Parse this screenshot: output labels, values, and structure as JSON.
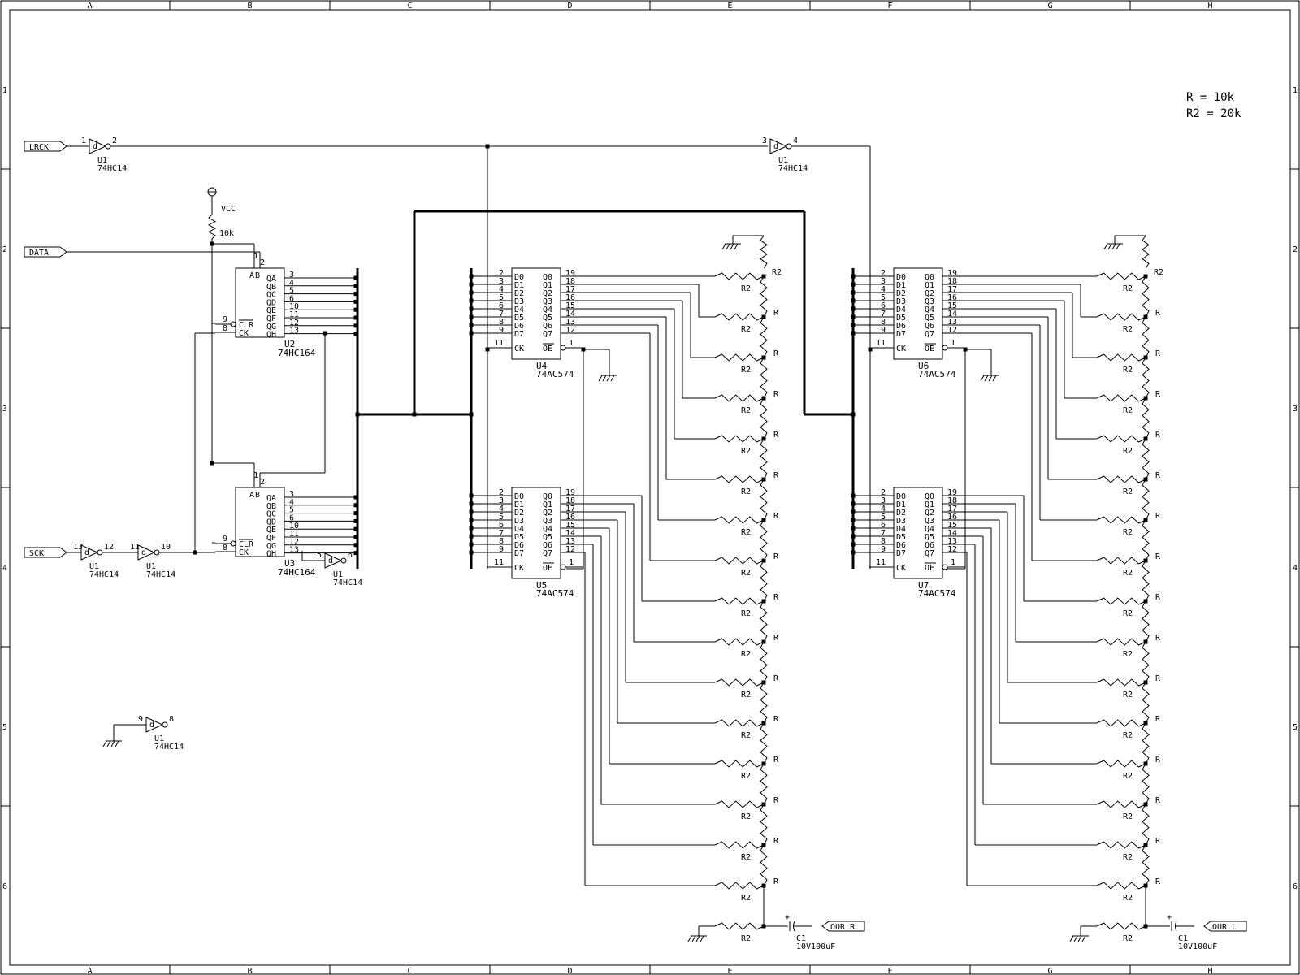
{
  "border": {
    "cols": [
      "A",
      "B",
      "C",
      "D",
      "E",
      "F",
      "G",
      "H"
    ],
    "rows": [
      "1",
      "2",
      "3",
      "4",
      "5",
      "6"
    ]
  },
  "legend": [
    "R  = 10k",
    "R2 = 20k"
  ],
  "ports": {
    "lrck": "LRCK",
    "data": "DATA",
    "sck": "SCK",
    "out_r": "OUR_R",
    "out_l": "OUR_L"
  },
  "power": {
    "vcc": "VCC",
    "pullup": "10k"
  },
  "inverters": [
    {
      "ref": "U1",
      "part": "74HC14",
      "pin_in": "1",
      "pin_out": "2"
    },
    {
      "ref": "U1",
      "part": "74HC14",
      "pin_in": "3",
      "pin_out": "4"
    },
    {
      "ref": "U1",
      "part": "74HC14",
      "pin_in": "13",
      "pin_out": "12"
    },
    {
      "ref": "U1",
      "part": "74HC14",
      "pin_in": "11",
      "pin_out": "10"
    },
    {
      "ref": "U1",
      "part": "74HC14",
      "pin_in": "5",
      "pin_out": "6"
    },
    {
      "ref": "U1",
      "part": "74HC14",
      "pin_in": "9",
      "pin_out": "8"
    }
  ],
  "shift_registers": [
    {
      "ref": "U2",
      "part": "74HC164",
      "a": "A",
      "b": "B",
      "outs": [
        "QA",
        "QB",
        "QC",
        "QD",
        "QE",
        "QF",
        "QG",
        "QH"
      ],
      "pins": [
        "3",
        "4",
        "5",
        "6",
        "10",
        "11",
        "12",
        "13"
      ],
      "clr": "CLR",
      "ck": "CK",
      "pin_clr": "9",
      "pin_ck": "8",
      "pin_a": "1",
      "pin_b": "2"
    },
    {
      "ref": "U3",
      "part": "74HC164",
      "a": "A",
      "b": "B",
      "outs": [
        "QA",
        "QB",
        "QC",
        "QD",
        "QE",
        "QF",
        "QG",
        "QH"
      ],
      "pins": [
        "3",
        "4",
        "5",
        "6",
        "10",
        "11",
        "12",
        "13"
      ],
      "clr": "CLR",
      "ck": "CK",
      "pin_clr": "9",
      "pin_ck": "8",
      "pin_a": "1",
      "pin_b": "2"
    }
  ],
  "latches": [
    {
      "ref": "U4",
      "part": "74AC574"
    },
    {
      "ref": "U5",
      "part": "74AC574"
    },
    {
      "ref": "U6",
      "part": "74AC574"
    },
    {
      "ref": "U7",
      "part": "74AC574"
    }
  ],
  "latch_pins": {
    "d_names": [
      "D0",
      "D1",
      "D2",
      "D3",
      "D4",
      "D5",
      "D6",
      "D7"
    ],
    "q_names": [
      "Q0",
      "Q1",
      "Q2",
      "Q3",
      "Q4",
      "Q5",
      "Q6",
      "Q7"
    ],
    "d_pins": [
      "2",
      "3",
      "4",
      "5",
      "6",
      "7",
      "8",
      "9"
    ],
    "q_pins": [
      "19",
      "18",
      "17",
      "16",
      "15",
      "14",
      "13",
      "12"
    ],
    "ck": "CK",
    "oe": "OE",
    "pin_ck": "11",
    "pin_oe": "1"
  },
  "resistors": {
    "r": "R",
    "r2": "R2"
  },
  "capacitors": [
    {
      "ref": "C1",
      "value": "10V100uF"
    },
    {
      "ref": "C1",
      "value": "10V100uF"
    }
  ]
}
